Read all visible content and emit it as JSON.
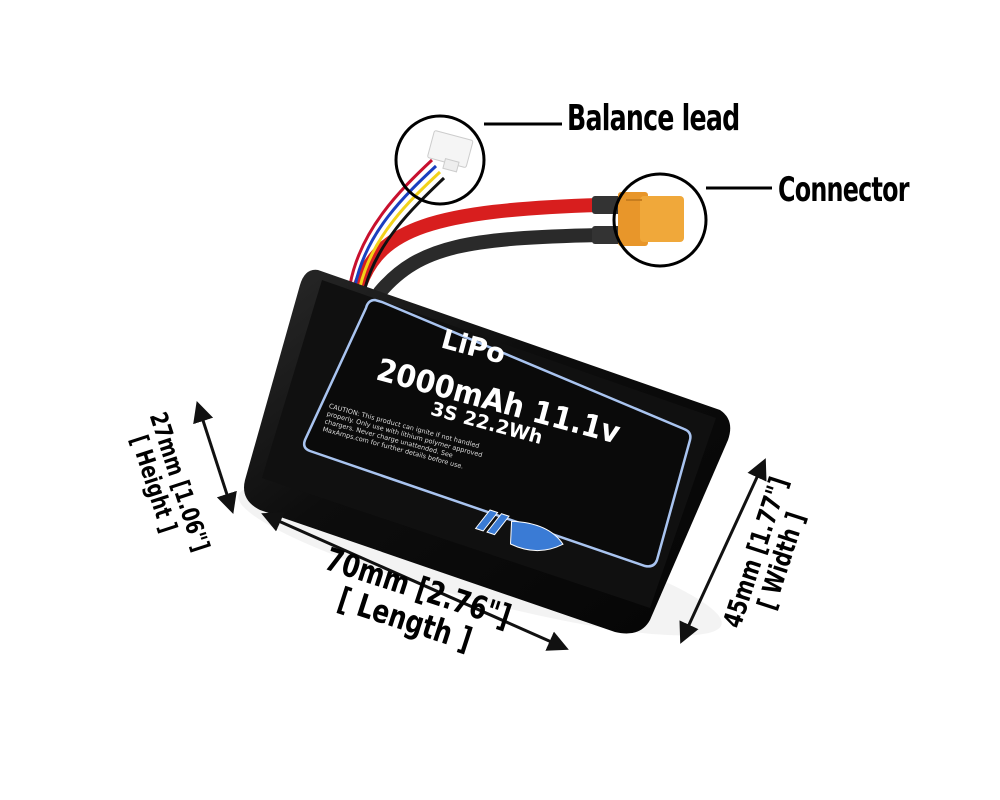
{
  "image": {
    "subject": "LiPo battery pack product diagram",
    "background_color": "#ffffff"
  },
  "callouts": {
    "balance_lead": "Balance lead",
    "connector": "Connector"
  },
  "battery_label": {
    "chemistry": "LiPo",
    "capacity_voltage": "2000mAh 11.1v",
    "config_energy": "3S 22.2Wh",
    "caution": "CAUTION: This product can ignite if not handled properly. Only use with lithium polymer approved chargers. Never charge unattended. See MaxAmps.com for further details before use.",
    "logo": "MA logo",
    "label_border_color": "#a9c4f0",
    "logo_color": "#3a7bd5"
  },
  "dimensions": {
    "height": {
      "value": "27mm [1.06\"]",
      "label": "[ Height ]"
    },
    "length": {
      "value": "70mm [2.76\"]",
      "label": "[ Length ]"
    },
    "width": {
      "value": "45mm [1.77\"]",
      "label": "[ Width ]"
    }
  },
  "colors": {
    "battery_body": "#0d0d0d",
    "wire_red": "#d81e1e",
    "wire_black": "#2a2a2a",
    "connector_yellow": "#f0a83a",
    "balance_wire_colors": [
      "#c8102e",
      "#1a3fbf",
      "#f2d21a",
      "#111111"
    ]
  }
}
